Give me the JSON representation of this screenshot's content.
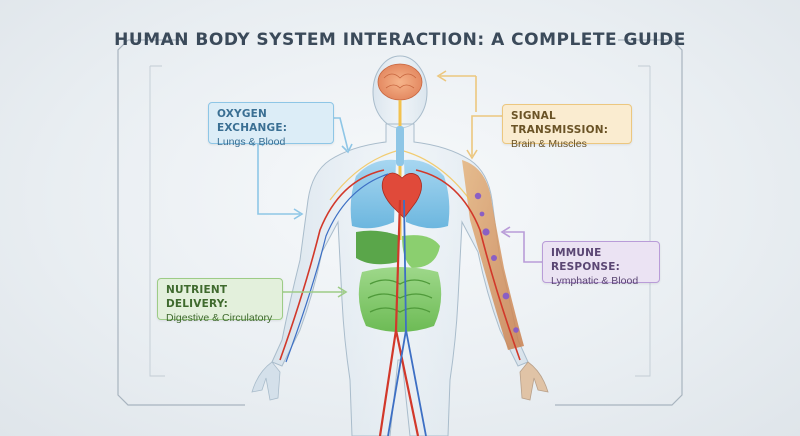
{
  "title": "HUMAN BODY SYSTEM INTERACTION: A COMPLETE GUIDE",
  "callouts": {
    "oxygen": {
      "heading": "OXYGEN EXCHANGE:",
      "subtitle": "Lungs & Blood",
      "color": "#8ec6e6"
    },
    "signal": {
      "heading": "SIGNAL TRANSMISSION:",
      "subtitle": "Brain & Muscles",
      "color": "#ecc77f"
    },
    "immune": {
      "heading": "IMMUNE RESPONSE:",
      "subtitle": "Lymphatic & Blood",
      "color": "#b99cd8"
    },
    "nutrient": {
      "heading": "NUTRIENT DELIVERY:",
      "subtitle": "Digestive & Circulatory",
      "color": "#9dcc86"
    }
  }
}
